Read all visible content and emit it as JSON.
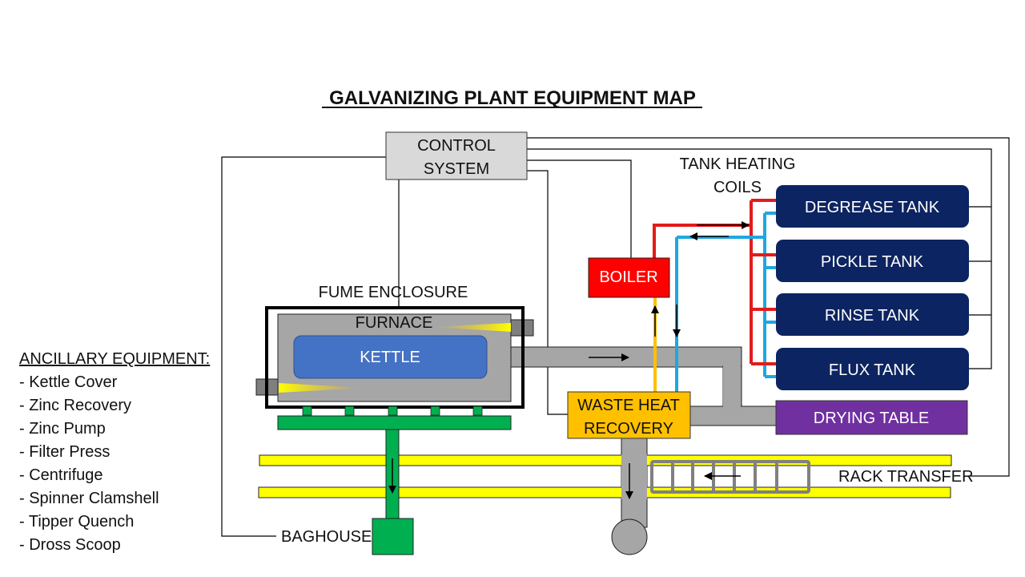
{
  "title": "GALVANIZING PLANT EQUIPMENT MAP",
  "colors": {
    "control": "#d9d9d9",
    "furnace": "#a6a6a6",
    "kettle": "#4472c4",
    "boiler": "#ff0000",
    "waste_heat": "#ffc000",
    "tank": "#0c2461",
    "drying_table": "#7030a0",
    "baghouse": "#00b050",
    "rail": "#ffff00",
    "hot_line": "#e31b1b",
    "cold_line": "#1ea7e1",
    "duct": "#a6a6a6"
  },
  "equipment": {
    "control_system": [
      "CONTROL",
      "SYSTEM"
    ],
    "tank_heating_coils": [
      "TANK HEATING",
      "COILS"
    ],
    "boiler": "BOILER",
    "fume_enclosure": "FUME ENCLOSURE",
    "furnace": "FURNACE",
    "kettle": "KETTLE",
    "waste_heat_recovery": [
      "WASTE HEAT",
      "RECOVERY"
    ],
    "drying_table": "DRYING TABLE",
    "rack_transfer": "RACK TRANSFER",
    "baghouse": "BAGHOUSE",
    "tanks": [
      "DEGREASE TANK",
      "PICKLE TANK",
      "RINSE TANK",
      "FLUX TANK"
    ]
  },
  "ancillary": {
    "heading": "ANCILLARY EQUIPMENT:",
    "items": [
      "- Kettle Cover",
      "- Zinc Recovery",
      "- Zinc Pump",
      "- Filter Press",
      "- Centrifuge",
      "- Spinner Clamshell",
      "- Tipper Quench",
      "- Dross Scoop"
    ]
  }
}
